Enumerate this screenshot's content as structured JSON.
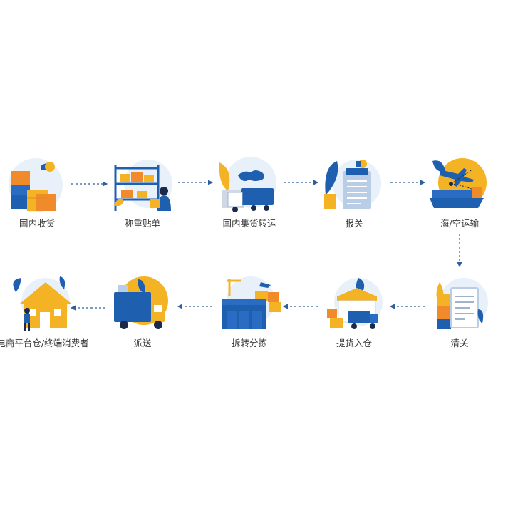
{
  "steps": [
    {
      "label": "国内收货",
      "icon": "package-receiving-icon"
    },
    {
      "label": "称重贴单",
      "icon": "weighing-labeling-icon"
    },
    {
      "label": "国内集货转运",
      "icon": "domestic-consolidation-truck-icon"
    },
    {
      "label": "报关",
      "icon": "customs-declaration-icon"
    },
    {
      "label": "海/空运输",
      "icon": "sea-air-transport-icon"
    },
    {
      "label": "清关",
      "icon": "customs-clearance-icon"
    },
    {
      "label": "提货入仓",
      "icon": "pickup-warehouse-icon"
    },
    {
      "label": "拆转分拣",
      "icon": "sorting-facility-icon"
    },
    {
      "label": "派送",
      "icon": "delivery-truck-icon"
    },
    {
      "label": "电商平台仓/终端消费者",
      "icon": "consumer-house-icon"
    }
  ],
  "colors": {
    "accent": "#1f5fb0",
    "accent_light": "#4a8ad6",
    "yellow": "#f4b324",
    "orange": "#f08a2a",
    "circle": "#e8f1fa",
    "arrow": "#2e5f9e",
    "text": "#3a3a3a"
  }
}
